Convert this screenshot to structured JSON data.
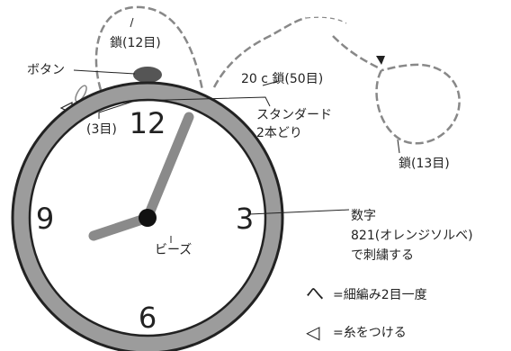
{
  "diagram": {
    "labels": {
      "chain_top": "鎖(12目)",
      "button": "ボタン",
      "chain_long": "20 c 鎖(50目)",
      "three_stitch": "(3目)",
      "standard": "スタンダード",
      "two_strands": "2本どり",
      "chain_loop": "鎖(13目)",
      "digits": "数字",
      "color_note": "821(オレンジソルベ)",
      "embroider": "で刺繍する",
      "bead": "ビーズ"
    },
    "numbers": {
      "twelve": "12",
      "three": "3",
      "six": "6",
      "nine": "9"
    },
    "legend": [
      {
        "symbol": "へ",
        "text": "=細編み2目一度"
      },
      {
        "symbol": "◁",
        "text": "=糸をつける"
      }
    ]
  }
}
